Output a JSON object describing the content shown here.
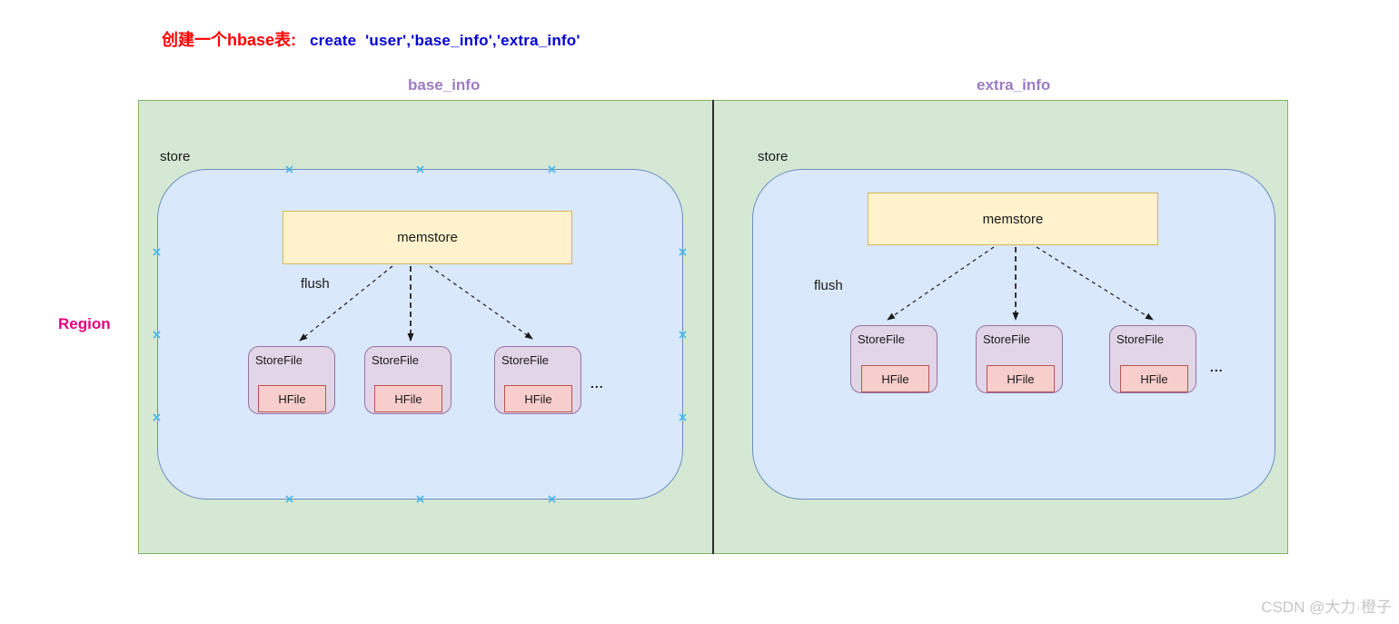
{
  "title": {
    "label_zh": "创建一个hbase表:",
    "command": "create  'user','base_info','extra_info'"
  },
  "region": {
    "label": "Region"
  },
  "column_families": [
    {
      "name": "base_info",
      "store_label": "store",
      "memstore_label": "memstore",
      "flush_label": "flush",
      "storefiles": [
        {
          "label": "StoreFile",
          "hfile": "HFile"
        },
        {
          "label": "StoreFile",
          "hfile": "HFile"
        },
        {
          "label": "StoreFile",
          "hfile": "HFile"
        }
      ],
      "ellipsis": "..."
    },
    {
      "name": "extra_info",
      "store_label": "store",
      "memstore_label": "memstore",
      "flush_label": "flush",
      "storefiles": [
        {
          "label": "StoreFile",
          "hfile": "HFile"
        },
        {
          "label": "StoreFile",
          "hfile": "HFile"
        },
        {
          "label": "StoreFile",
          "hfile": "HFile"
        }
      ],
      "ellipsis": "..."
    }
  ],
  "watermark": "CSDN @大力·橙子",
  "colors": {
    "title_red": "#ff0000",
    "title_blue": "#0202d2",
    "cf_header": "#9b7cc3",
    "region_pink": "#e6007e",
    "green_fill": "#d5e8d4",
    "green_stroke": "#82b366",
    "blue_fill": "#dae8fc",
    "blue_stroke": "#6c8ebf",
    "yellow_fill": "#fff2cc",
    "yellow_stroke": "#d6b656",
    "purple_fill": "#e1d5e7",
    "purple_stroke": "#9673a6",
    "pink_fill": "#f8cecc",
    "pink_stroke": "#b85450",
    "divider": "#2e2e2e",
    "arrow": "#1a1a1a",
    "connection_point": "#45b8ea",
    "watermark_gray": "#c6c6c6",
    "text": "#1a1a1a"
  }
}
